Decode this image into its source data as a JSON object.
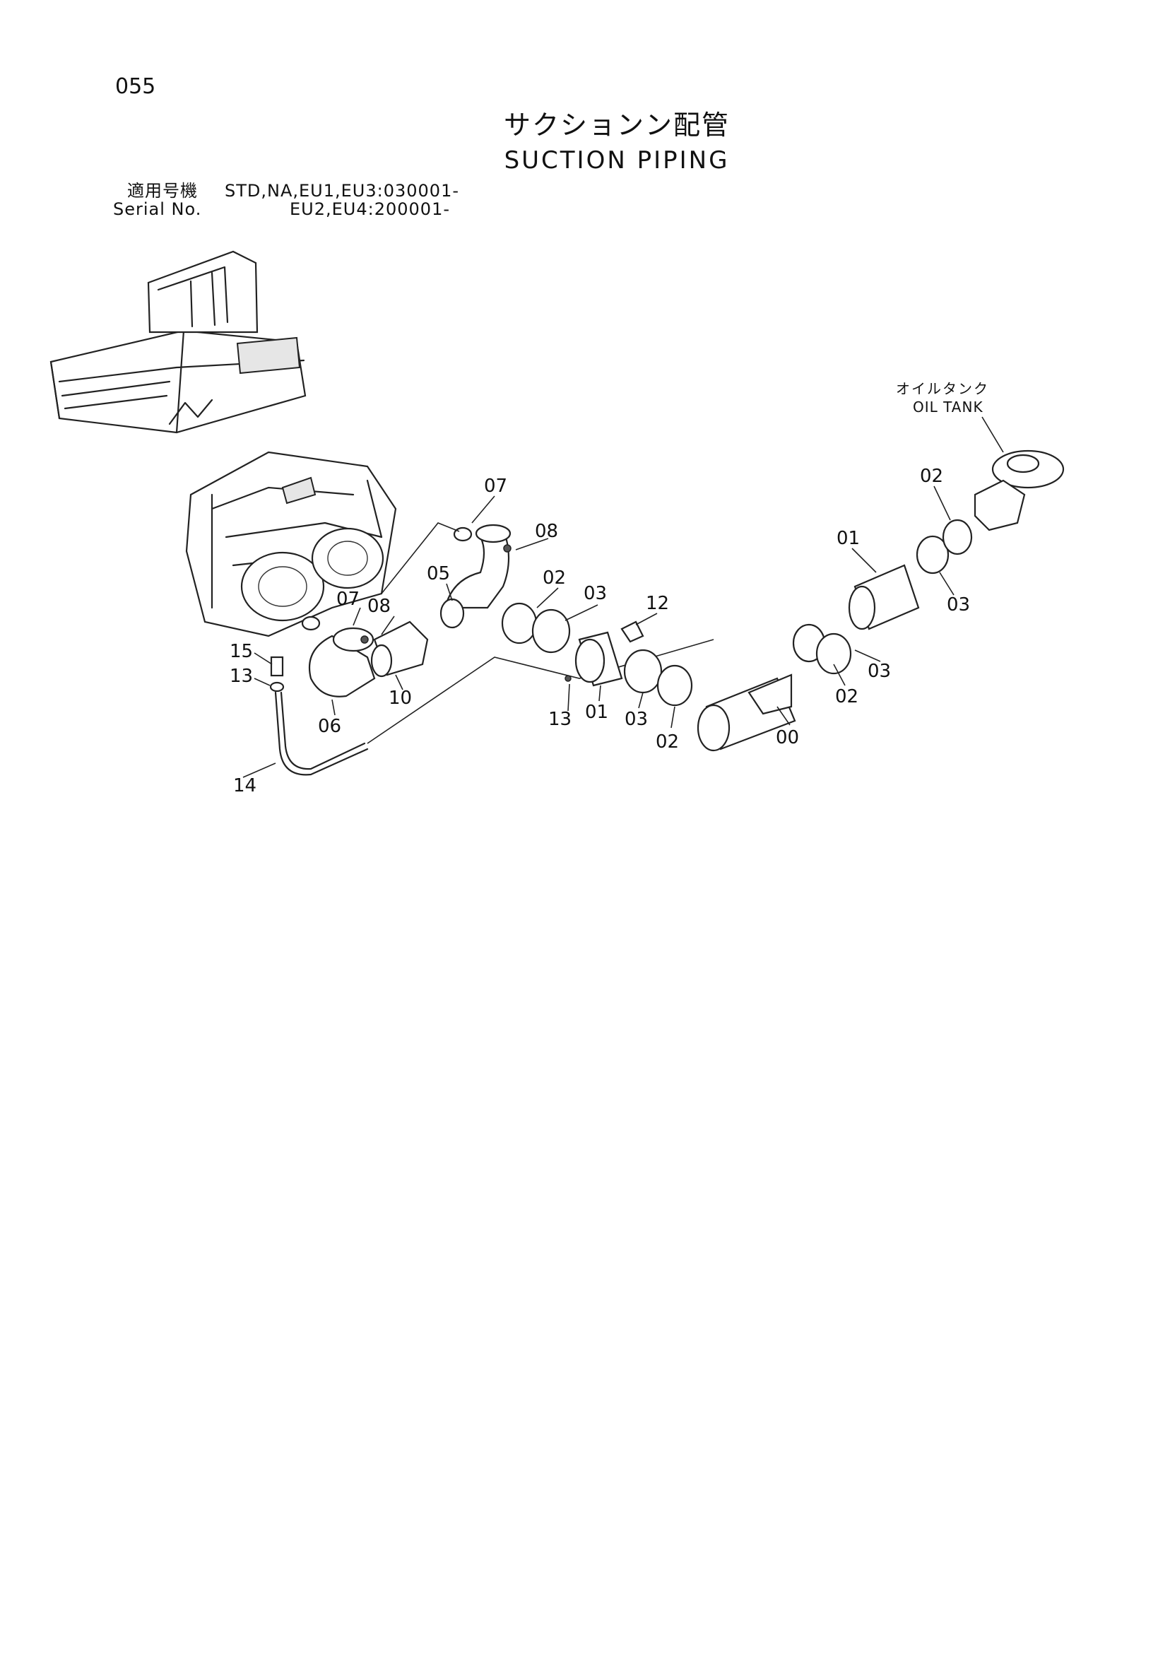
{
  "header": {
    "page_number": "055",
    "title_jp": "サクションン配管",
    "title_en": "SUCTION PIPING"
  },
  "serial": {
    "label_jp": "適用号機",
    "range_1": "STD,NA,EU1,EU3:030001-",
    "label_en": "Serial No.",
    "range_2": "EU2,EU4:200001-"
  },
  "oil_tank": {
    "label_jp": "オイルタンク",
    "label_en": "OIL TANK"
  },
  "callouts": {
    "c00": "00",
    "c01a": "01",
    "c01b": "01",
    "c02a": "02",
    "c02b": "02",
    "c02c": "02",
    "c02d": "02",
    "c03a": "03",
    "c03b": "03",
    "c03c": "03",
    "c03d": "03",
    "c05": "05",
    "c06": "06",
    "c07a": "07",
    "c07b": "07",
    "c08a": "08",
    "c08b": "08",
    "c10": "10",
    "c12": "12",
    "c13a": "13",
    "c13b": "13",
    "c14": "14",
    "c15": "15"
  }
}
